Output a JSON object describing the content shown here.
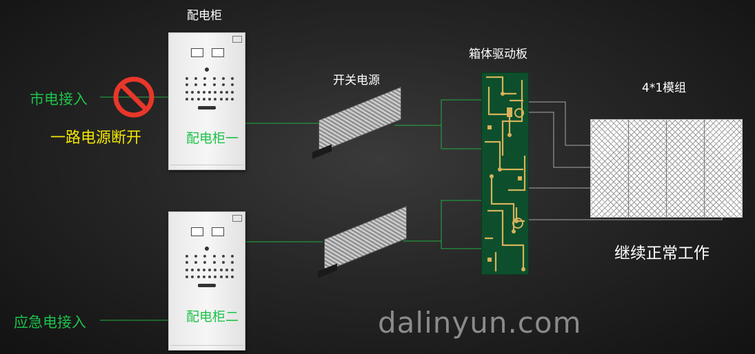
{
  "labels": {
    "cabinet_title": "配电柜",
    "mains_input": "市电接入",
    "power_off": "一路电源断开",
    "cabinet_one": "配电柜一",
    "cabinet_two": "配电柜二",
    "emergency_input": "应急电接入",
    "switch_psu": "开关电源",
    "driver_board": "箱体驱动板",
    "module": "4*1模组",
    "keep_working": "继续正常工作",
    "watermark": "dalinyun.com"
  },
  "colors": {
    "green_label": "#1ec24a",
    "yellow_label": "#f2e600",
    "wire": "#1fae3f",
    "prohibit_red": "#e8372a"
  },
  "icons": {
    "prohibit": "no-entry-icon"
  }
}
